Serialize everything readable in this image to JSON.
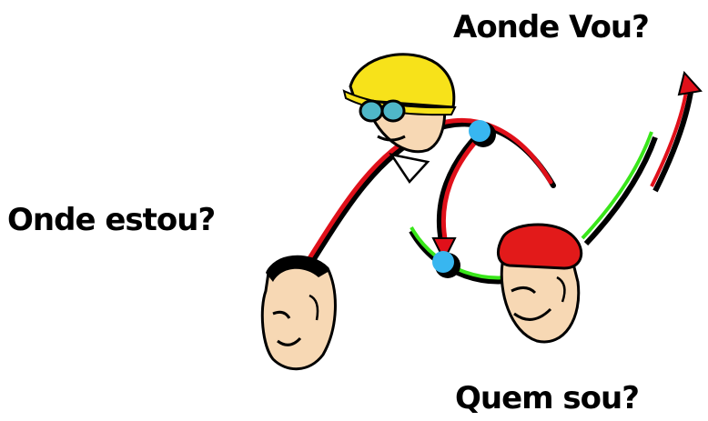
{
  "captions": {
    "where_am_i": "Onde estou?",
    "where_am_i_going": "Aonde Vou?",
    "who_am_i": "Quem sou?"
  },
  "colors": {
    "path_red": "#e0101a",
    "path_green": "#39e61a",
    "node_blue": "#38b6f0",
    "helmet_yellow": "#f7e21a",
    "beret_red": "#e21a1a",
    "skin": "#f7d8b4",
    "ink": "#000000"
  },
  "figures": [
    {
      "name": "man-bottom-left",
      "headwear": "none"
    },
    {
      "name": "man-with-helmet",
      "headwear": "yellow safari helmet and goggles"
    },
    {
      "name": "man-with-beret",
      "headwear": "red beret"
    }
  ]
}
